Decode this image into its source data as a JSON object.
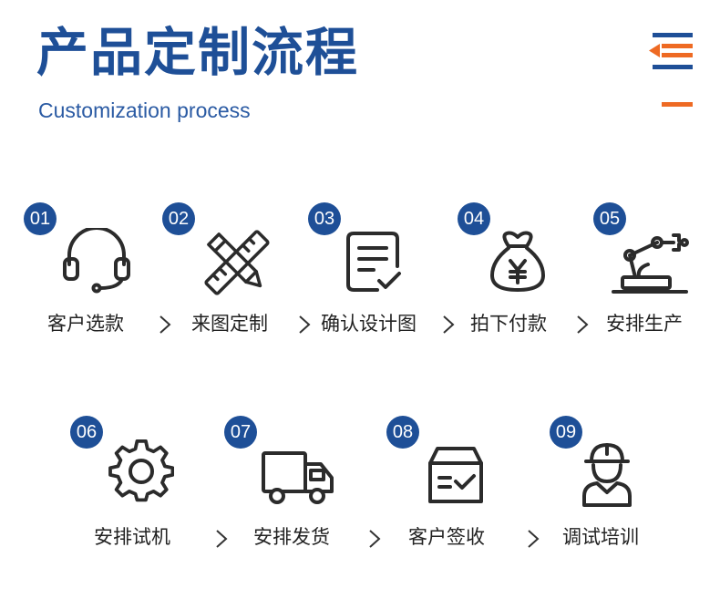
{
  "header": {
    "title": "产品定制流程",
    "subtitle": "Customization process"
  },
  "colors": {
    "primary": "#1e4f97",
    "accent": "#ee6a23",
    "icon": "#2b2b2b",
    "text": "#222222"
  },
  "steps": [
    {
      "number": "01",
      "label": "客户选款",
      "icon": "headset-icon"
    },
    {
      "number": "02",
      "label": "来图定制",
      "icon": "pencil-ruler-icon"
    },
    {
      "number": "03",
      "label": "确认设计图",
      "icon": "document-check-icon"
    },
    {
      "number": "04",
      "label": "拍下付款",
      "icon": "money-bag-icon"
    },
    {
      "number": "05",
      "label": "安排生产",
      "icon": "robot-arm-icon"
    },
    {
      "number": "06",
      "label": "安排试机",
      "icon": "gear-icon"
    },
    {
      "number": "07",
      "label": "安排发货",
      "icon": "truck-icon"
    },
    {
      "number": "08",
      "label": "客户签收",
      "icon": "box-check-icon"
    },
    {
      "number": "09",
      "label": "调试培训",
      "icon": "worker-icon"
    }
  ]
}
